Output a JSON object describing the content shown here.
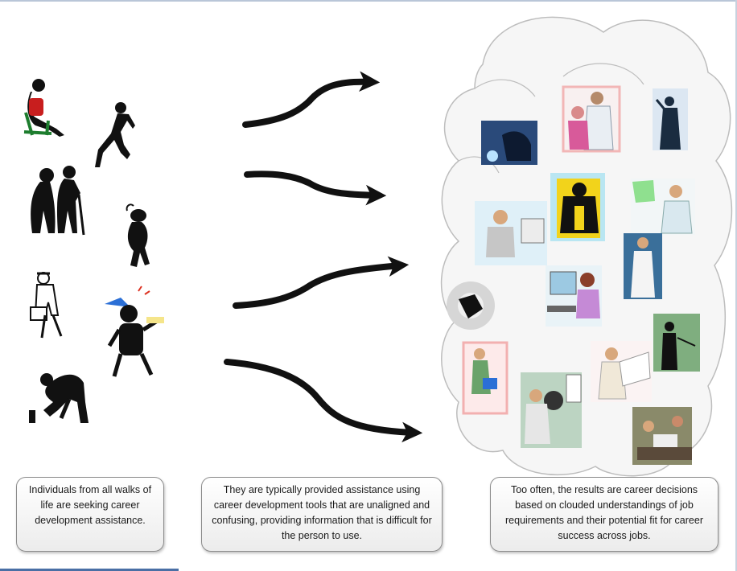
{
  "captions": {
    "individuals": "Individuals from all walks of life are seeking career development assistance.",
    "tools": "They are typically provided assistance using career development tools that are unaligned and confusing, providing information that is difficult for the person to use.",
    "results": "Too often, the results are career decisions based on clouded understandings of job requirements and their potential fit for career success across jobs."
  },
  "colors": {
    "arrow": "#111111",
    "cloud_fill": "#f6f6f6",
    "cloud_stroke": "#bdbdbd",
    "caption_border": "#8c8c8c"
  },
  "icons": {
    "people": [
      "woman-sitting-icon",
      "runner-icon",
      "elderly-couple-icon",
      "thinking-person-icon",
      "businessman-briefcase-icon",
      "party-person-icon",
      "bending-person-icon"
    ],
    "jobs": [
      "welder-icon",
      "doctor-family-icon",
      "presenter-silhouette-icon",
      "machinist-icon",
      "engineer-computer-icon",
      "scientist-icon",
      "nurse-icon",
      "office-worker-icon",
      "falling-gears-icon",
      "woman-computer-icon",
      "teacher-silhouette-icon",
      "tourist-icon",
      "optometrist-icon",
      "architect-icon",
      "meeting-icon"
    ]
  }
}
